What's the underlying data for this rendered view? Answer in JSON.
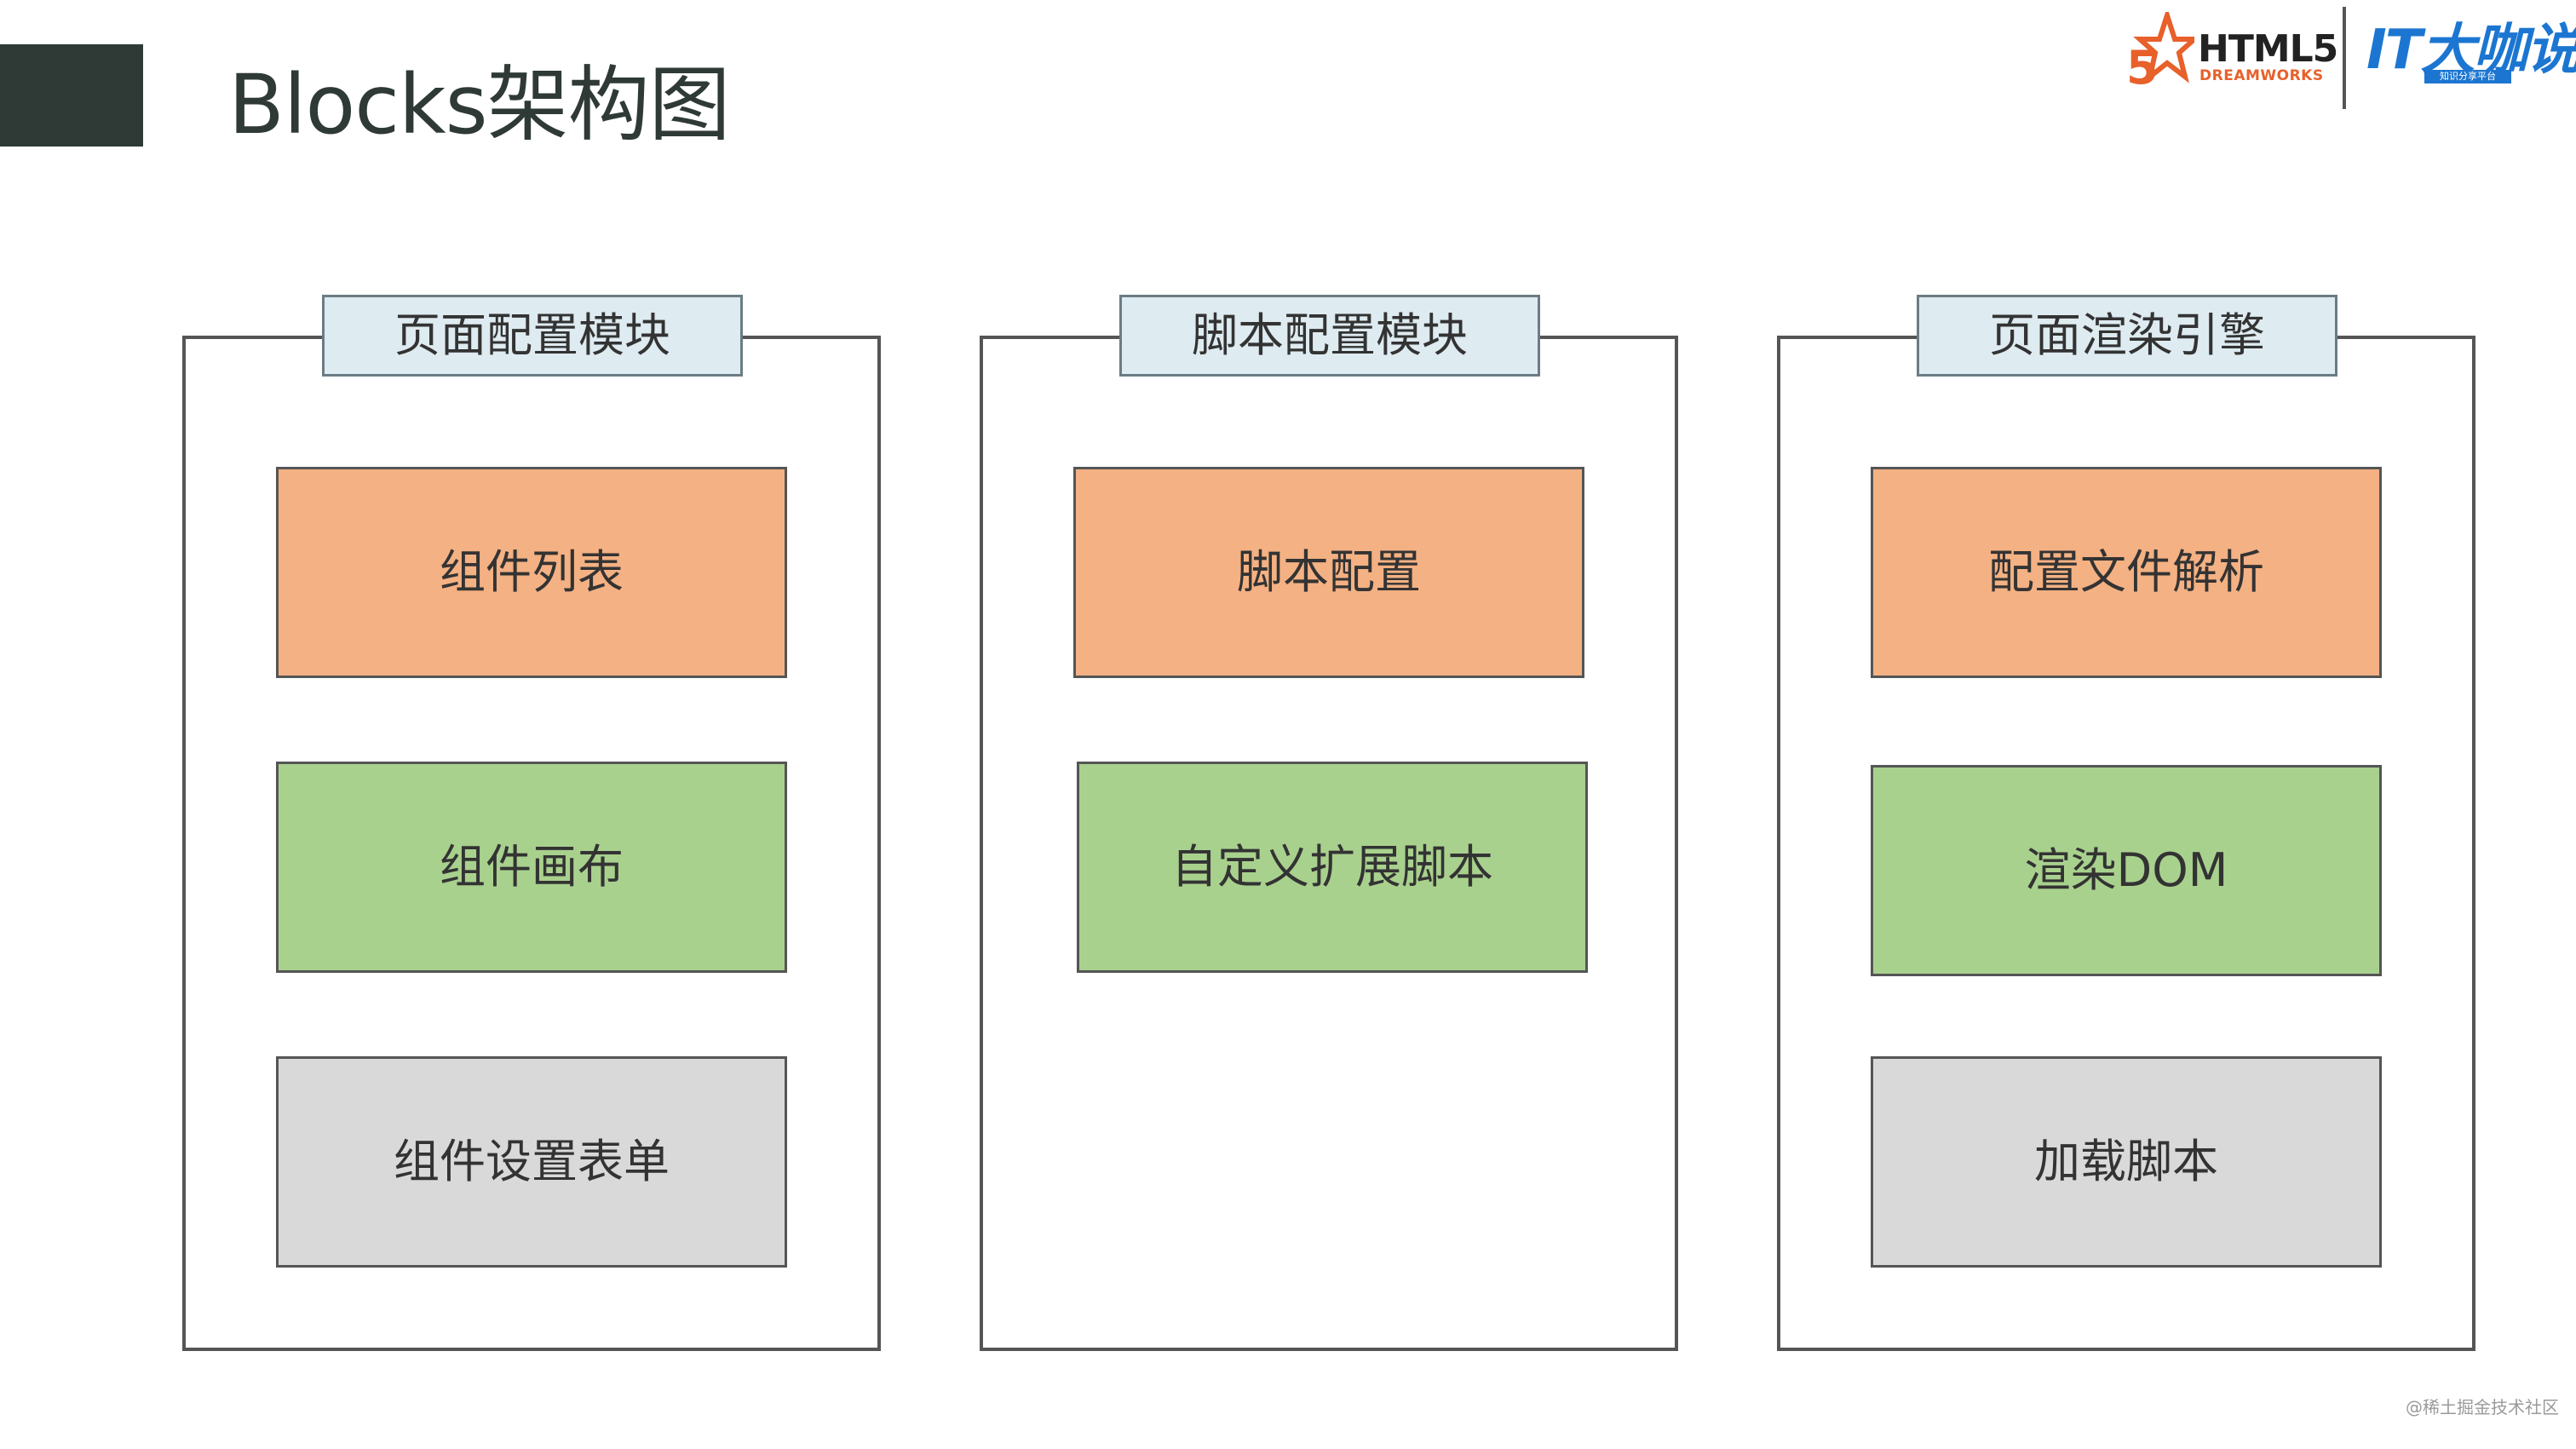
{
  "page": {
    "title": "Blocks架构图",
    "watermark": "@稀土掘金技术社区"
  },
  "logos": {
    "html5": {
      "main": "HTML5",
      "sub": "DREAMWORKS",
      "star_digit": "5"
    },
    "it": {
      "main": "IT大咖说",
      "sub": "知识分享平台"
    }
  },
  "colors": {
    "title": "#2f3a36",
    "header_fill": "#deebf0",
    "orange": "#f4b183",
    "green": "#a9d18e",
    "gray": "#d9d9d9",
    "frame_line": "#555555"
  },
  "columns": [
    {
      "header": "页面配置模块",
      "modules": [
        {
          "label": "组件列表",
          "color": "orange"
        },
        {
          "label": "组件画布",
          "color": "green"
        },
        {
          "label": "组件设置表单",
          "color": "gray"
        }
      ]
    },
    {
      "header": "脚本配置模块",
      "modules": [
        {
          "label": "脚本配置",
          "color": "orange"
        },
        {
          "label": "自定义扩展脚本",
          "color": "green"
        }
      ]
    },
    {
      "header": "页面渲染引擎",
      "modules": [
        {
          "label": "配置文件解析",
          "color": "orange"
        },
        {
          "label": "渲染DOM",
          "color": "green"
        },
        {
          "label": "加载脚本",
          "color": "gray"
        }
      ]
    }
  ]
}
